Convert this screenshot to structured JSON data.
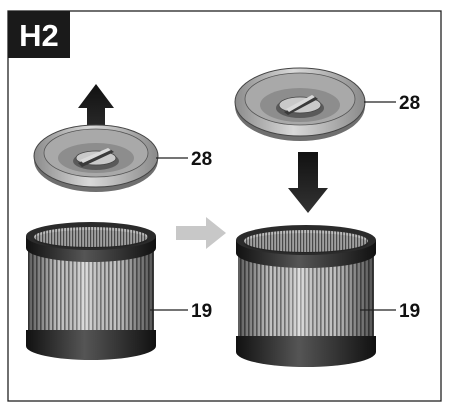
{
  "step_label": "H2",
  "colors": {
    "ink": "#111111",
    "arrow_transition": "#c8c8c8",
    "filter_pleats": "#8a8a8a",
    "filter_band": "#2a2a2a",
    "cover": "#bdbdbd"
  },
  "left_panel": {
    "cover_label": "28",
    "filter_label": "19",
    "arrow_icon": "arrow-up-icon"
  },
  "right_panel": {
    "cover_label": "28",
    "filter_label": "19",
    "arrow_icon": "arrow-down-icon"
  },
  "transition_icon": "arrow-right-icon"
}
